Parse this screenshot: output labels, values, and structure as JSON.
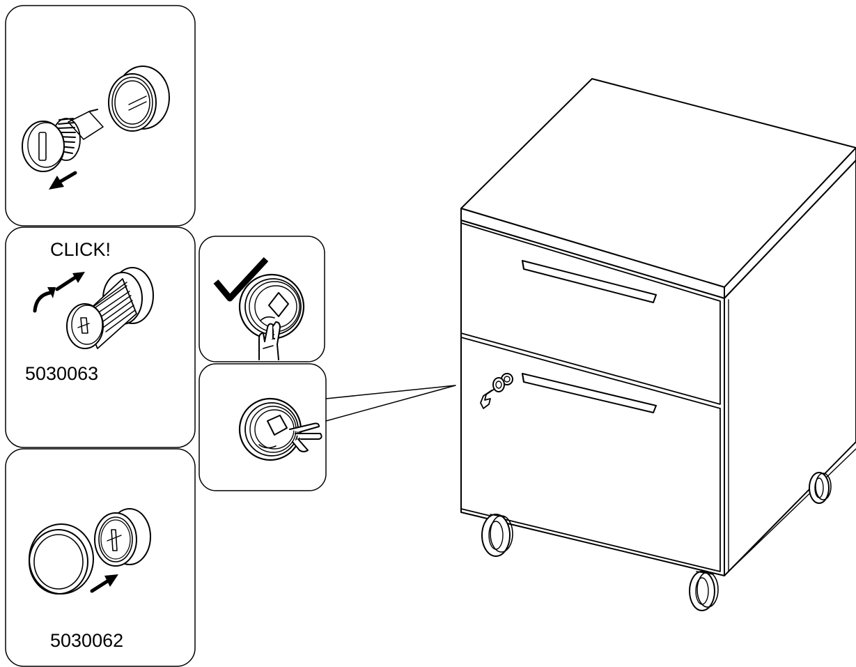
{
  "labels": {
    "click": "CLICK!",
    "part_lock_core": "5030063",
    "part_lock_ring": "5030062"
  },
  "colors": {
    "line": "#000000",
    "background": "#ffffff"
  },
  "icons": {
    "check": "checkmark-icon",
    "arrow": "arrow-icon",
    "key": "key-icon",
    "hand": "hand-icon"
  }
}
